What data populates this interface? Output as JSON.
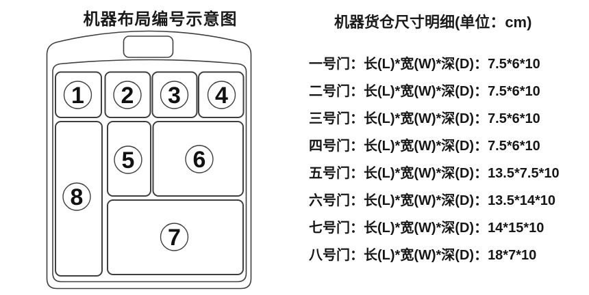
{
  "left": {
    "title": "机器布局编号示意图",
    "machine": {
      "compartments": [
        {
          "number": "1"
        },
        {
          "number": "2"
        },
        {
          "number": "3"
        },
        {
          "number": "4"
        },
        {
          "number": "5"
        },
        {
          "number": "6"
        },
        {
          "number": "7"
        },
        {
          "number": "8"
        }
      ]
    }
  },
  "right": {
    "title": "机器货仓尺寸明细(单位：cm)",
    "items": [
      {
        "door": "一号门",
        "dimensions_cm": {
          "length": 7.5,
          "width": 6,
          "depth": 10
        },
        "text": "一号门：长(L)*宽(W)*深(D)：7.5*6*10"
      },
      {
        "door": "二号门",
        "dimensions_cm": {
          "length": 7.5,
          "width": 6,
          "depth": 10
        },
        "text": "二号门：长(L)*宽(W)*深(D)：7.5*6*10"
      },
      {
        "door": "三号门",
        "dimensions_cm": {
          "length": 7.5,
          "width": 6,
          "depth": 10
        },
        "text": "三号门：长(L)*宽(W)*深(D)：7.5*6*10"
      },
      {
        "door": "四号门",
        "dimensions_cm": {
          "length": 7.5,
          "width": 6,
          "depth": 10
        },
        "text": "四号门：长(L)*宽(W)*深(D)：7.5*6*10"
      },
      {
        "door": "五号门",
        "dimensions_cm": {
          "length": 13.5,
          "width": 7.5,
          "depth": 10
        },
        "text": "五号门：长(L)*宽(W)*深(D)：13.5*7.5*10"
      },
      {
        "door": "六号门",
        "dimensions_cm": {
          "length": 13.5,
          "width": 14,
          "depth": 10
        },
        "text": "六号门：长(L)*宽(W)*深(D)：13.5*14*10"
      },
      {
        "door": "七号门",
        "dimensions_cm": {
          "length": 14,
          "width": 15,
          "depth": 10
        },
        "text": "七号门：长(L)*宽(W)*深(D)：14*15*10"
      },
      {
        "door": "八号门",
        "dimensions_cm": {
          "length": 18,
          "width": 7,
          "depth": 10
        },
        "text": "八号门：长(L)*宽(W)*深(D)：18*7*10"
      }
    ]
  },
  "colors": {
    "background": "#ffffff",
    "line_stroke": "#3e3e3e",
    "text": "#161616"
  }
}
